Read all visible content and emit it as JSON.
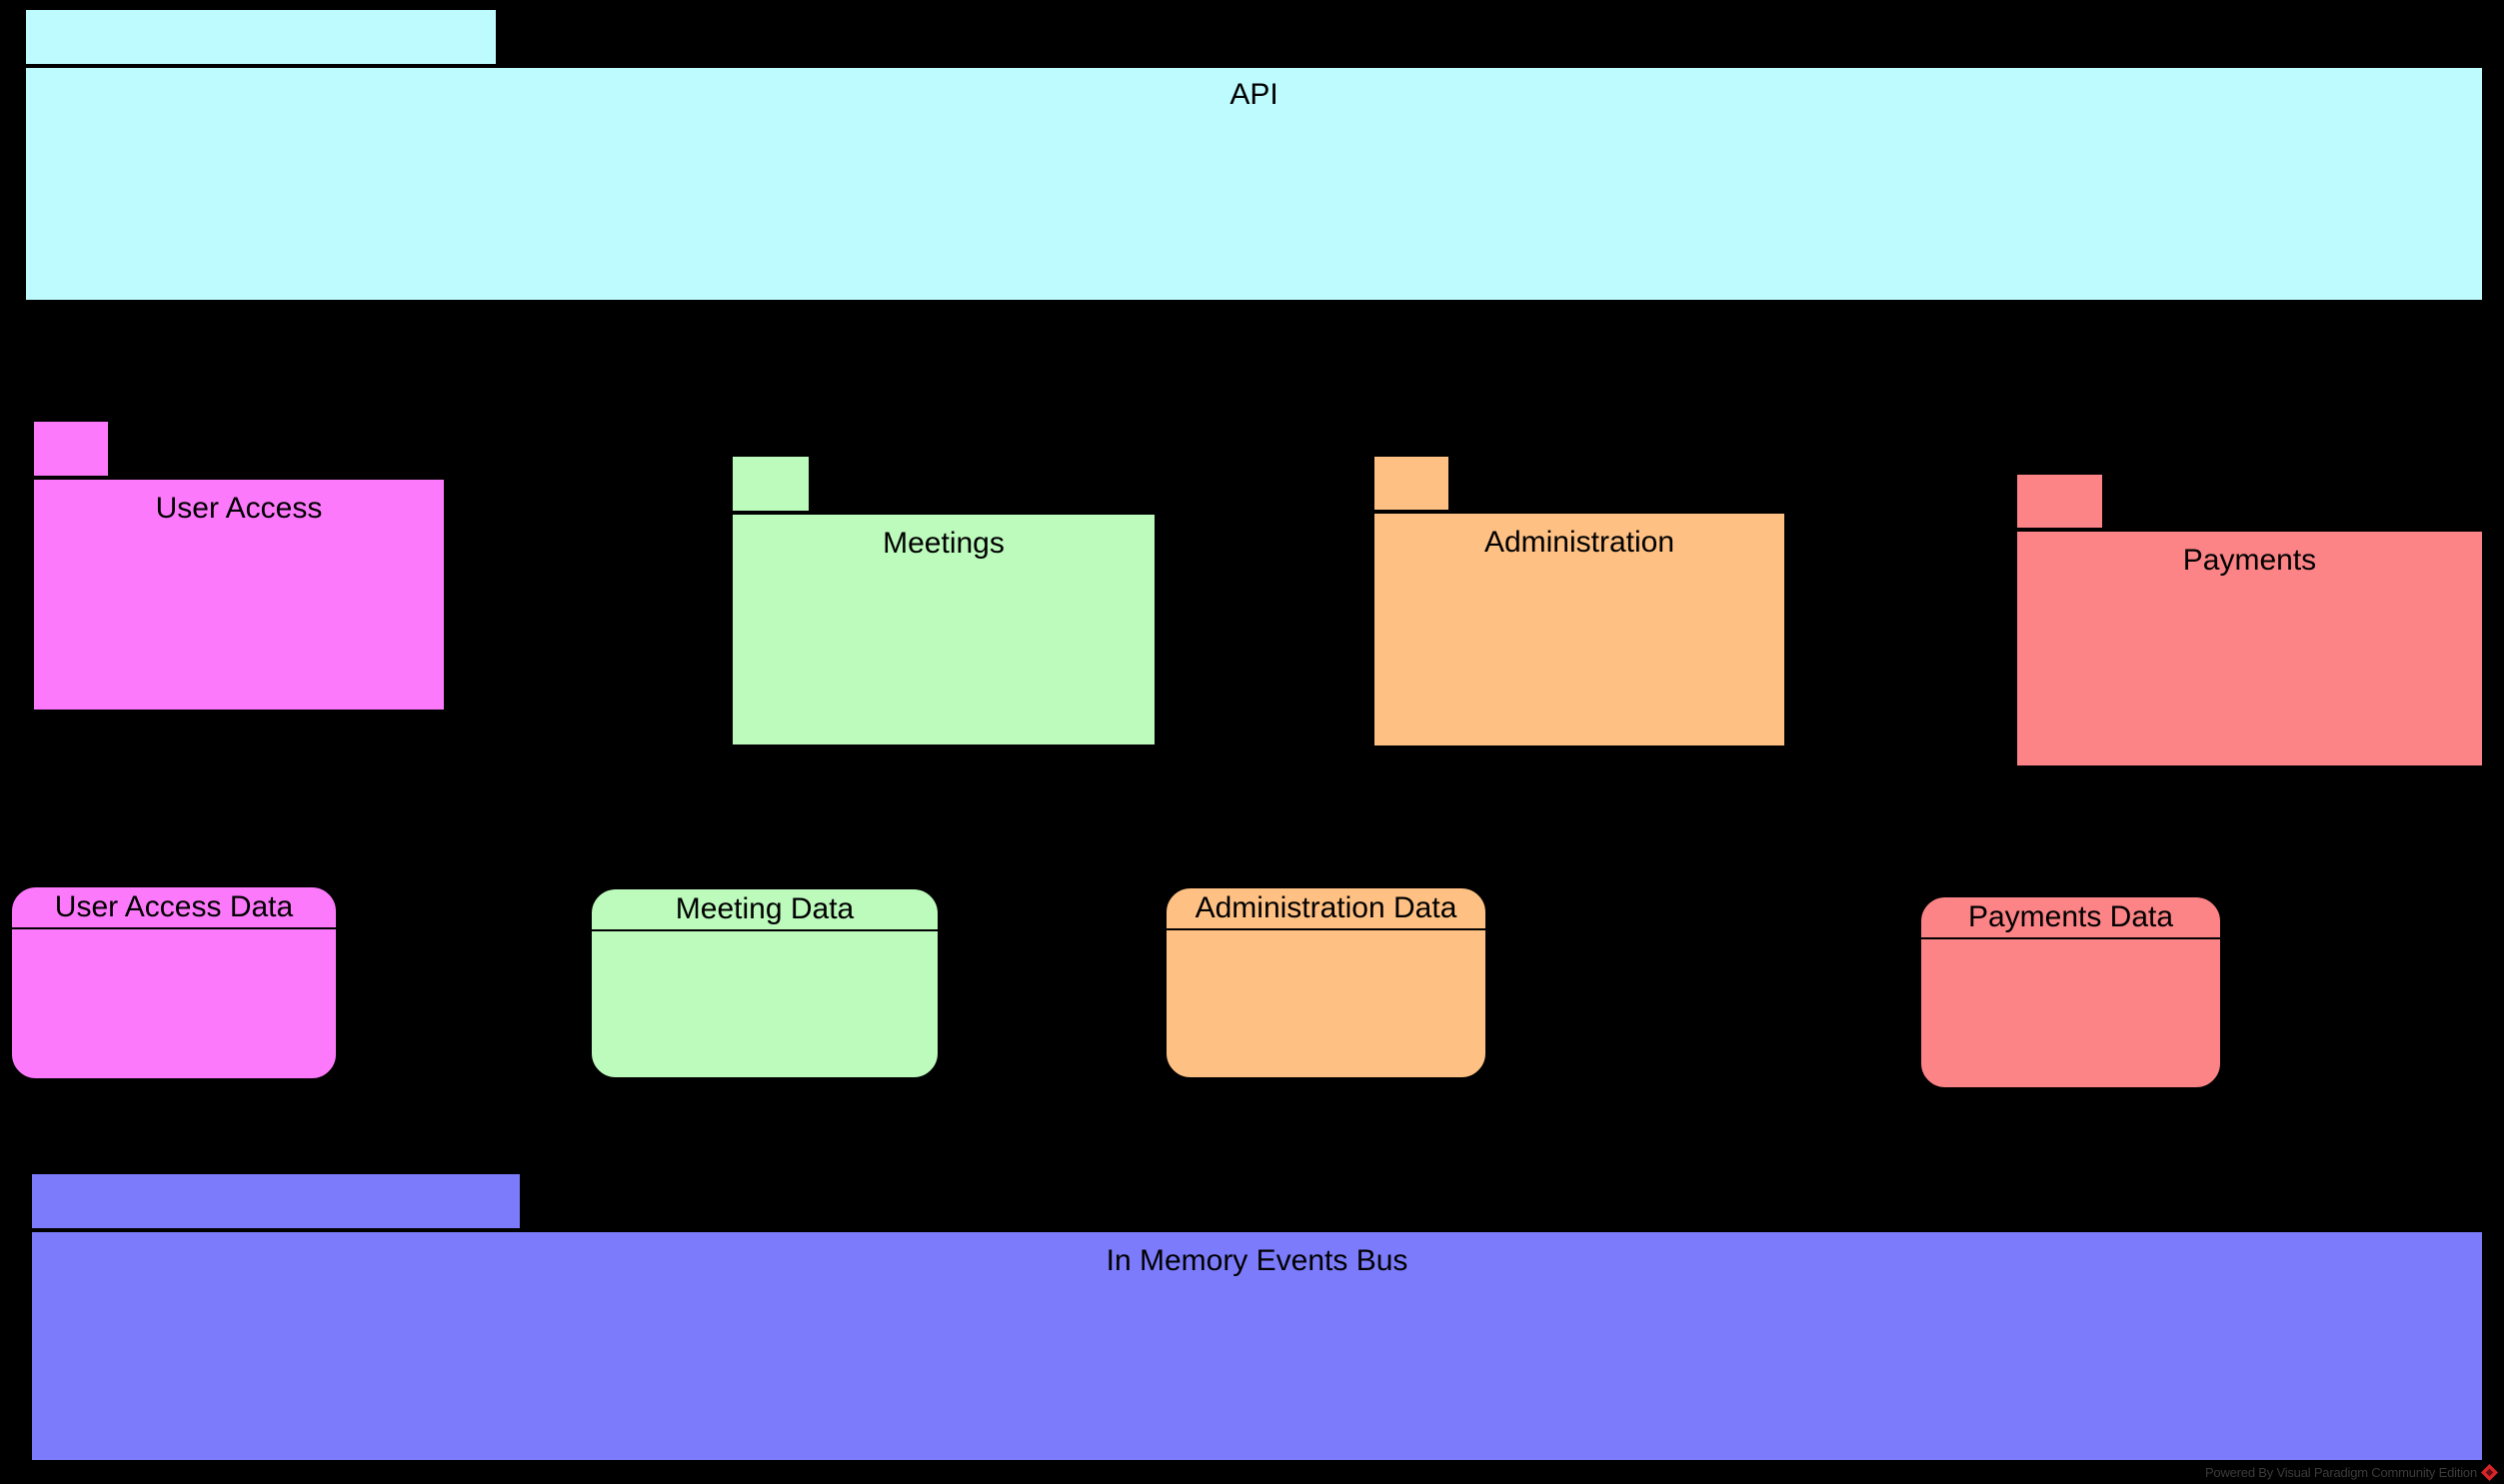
{
  "diagram": {
    "type": "uml-package-diagram",
    "background_color": "#000000",
    "stroke_color": "#000000"
  },
  "layers": {
    "api": {
      "label": "API",
      "color": "#BDFBFF"
    },
    "modules": [
      {
        "label": "User Access",
        "color": "#FC79FC"
      },
      {
        "label": "Meetings",
        "color": "#BDFBBD"
      },
      {
        "label": "Administration",
        "color": "#FFC183"
      },
      {
        "label": "Payments",
        "color": "#FC8386"
      }
    ],
    "data_stores": [
      {
        "label": "User Access Data",
        "color": "#FC79FC"
      },
      {
        "label": "Meeting Data",
        "color": "#BDFBBD"
      },
      {
        "label": "Administration Data",
        "color": "#FFC183"
      },
      {
        "label": "Payments Data",
        "color": "#FC8386"
      }
    ],
    "events_bus": {
      "label": "In Memory Events Bus",
      "color": "#7B7BFB"
    }
  },
  "watermark": {
    "text": "Powered By Visual Paradigm Community Edition",
    "logo_color": "#D9252A",
    "logo_name": "visual-paradigm-diamond-logo"
  }
}
